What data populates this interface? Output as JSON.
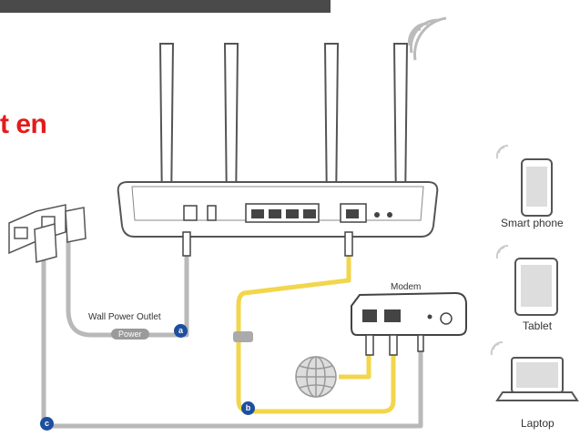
{
  "header_text": "t en",
  "labels": {
    "smart_phone": "Smart phone",
    "tablet": "Tablet",
    "laptop": "Laptop",
    "modem": "Modem",
    "wall_power_outlet": "Wall Power Outlet",
    "power": "Power"
  },
  "badges": {
    "a": "a",
    "b": "b",
    "c": "c"
  },
  "colors": {
    "heading": "#e41b1b",
    "ethernet_cable": "#f2d64b",
    "power_cable": "#b9b9b9",
    "badge": "#1d4f9e",
    "device_outline": "#555555"
  },
  "icons": [
    "wifi-signal-icon",
    "globe-icon",
    "router",
    "modem",
    "power-adapter",
    "wall-outlet",
    "smart-phone-icon",
    "tablet-icon",
    "laptop-icon"
  ]
}
